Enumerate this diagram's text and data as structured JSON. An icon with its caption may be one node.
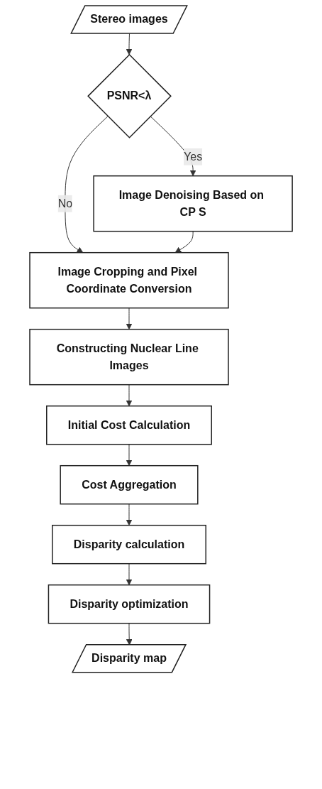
{
  "diagram": {
    "nodes": [
      {
        "text": [
          "Stereo images"
        ]
      },
      {
        "text": [
          "PSNR<λ"
        ]
      },
      {
        "text": [
          "Image Denoising Based on CP S"
        ]
      },
      {
        "text": [
          "Image Cropping and Pixel Coordinate Conversion"
        ]
      },
      {
        "text": [
          "Constructing Nuclear Line Images"
        ]
      },
      {
        "text": [
          "Initial Cost Calculation"
        ]
      },
      {
        "text": [
          "Cost Aggregation"
        ]
      },
      {
        "text": [
          "Disparity calculation"
        ]
      },
      {
        "text": [
          "Disparity optimization"
        ]
      },
      {
        "text": [
          "Disparity map"
        ]
      }
    ],
    "edges": [
      {
        "from": 0,
        "to": 1,
        "arrow": "to"
      },
      {
        "from": 1,
        "to": 2,
        "label": "Yes",
        "arrow": "to"
      },
      {
        "from": 1,
        "to": 3,
        "label": "No",
        "arrow": "to"
      },
      {
        "from": 2,
        "to": 3,
        "arrow": "to"
      },
      {
        "from": 3,
        "to": 4,
        "arrow": "to"
      },
      {
        "from": 4,
        "to": 5,
        "arrow": "to"
      },
      {
        "from": 5,
        "to": 6,
        "arrow": "to"
      },
      {
        "from": 6,
        "to": 7,
        "arrow": "to"
      },
      {
        "from": 7,
        "to": 8,
        "arrow": "to"
      },
      {
        "from": 8,
        "to": 9,
        "arrow": "to"
      }
    ]
  }
}
